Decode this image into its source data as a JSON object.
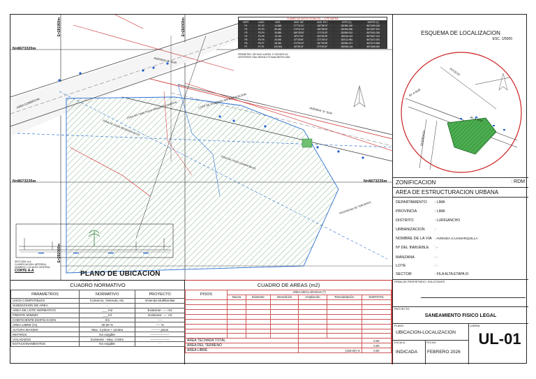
{
  "plan": {
    "grid_labels": {
      "n_top": "N=8673320m",
      "n_mid_left": "N=8673225m",
      "n_mid_right": "N=8673225m",
      "e_left": "E=281950m",
      "e_mid": "E=282000m",
      "e_right": "E=282050m"
    },
    "street_labels": {
      "avenida_top": "AVENIDA \"A\" SUR",
      "avenida_mid": "AVENIDA \"A\" SUR",
      "area_comercial": "AREA COMERCIAL",
      "lote_vertical": "LOTE DE VIVIENDA SIN EDIFICACION",
      "zona_no_ocupada": "ZONA NO HABILITADA URBANISTICAMENTE",
      "propiedad_terceros": "PROPIEDAD DE TERCEROS",
      "area_uso_1": "ZONA DE USOS COMPATIBLES",
      "area_uso_2": "ZONA DE USOS RESIDENCIALES"
    },
    "title": "PLANO DE UBICACION",
    "scale": "ESCALA: 1/500",
    "notes": [
      "SECCION: A-A",
      "CLASIFICACION: ARTERIAL",
      "NUMERO: LOCALES CENTRAL",
      "CORTE A-A"
    ],
    "coords_table": {
      "caption": "CUADRO DE DATOS TECNICOS — LOTE MATRIZ",
      "headers": [
        "VERT.",
        "LADO",
        "DIST.",
        "ANG. INT.",
        "ANG. EXT.",
        "ESTE (X)",
        "NORTE (Y)"
      ],
      "rows": [
        [
          "P1",
          "P1-P2",
          "14.866",
          "177°01'41\"",
          "182°58'19\"",
          "281980.400",
          "8673199.168"
        ],
        [
          "P2",
          "P2-P3",
          "95.080",
          "179°51'14\"",
          "180°08'46\"",
          "281994.880",
          "8673197.572"
        ],
        [
          "P3",
          "P3-P4",
          "26.885",
          "186°35'30\"",
          "173°24'30\"",
          "282089.521",
          "8673191.038"
        ],
        [
          "P4",
          "P4-P5",
          "15.246",
          "96°07'24\"",
          "263°52'36\"",
          "282116.113",
          "8673187.212"
        ],
        [
          "P5",
          "P5-P6",
          "26.590",
          "87°33'46\"",
          "272°26'14\"",
          "282112.981",
          "8673172.291"
        ],
        [
          "P6",
          "P6-P7",
          "38.350",
          "172°50'12\"",
          "187°09'48\"",
          "282084.217",
          "8673174.968"
        ],
        [
          "P7",
          "P7-P1",
          "125.924",
          "80°59'13\"",
          "279°00'47\"",
          "282046.144",
          "8673168.520"
        ]
      ],
      "footer": [
        "PERIMETRO: 342.9410 m   AREA: 17,530.9575 m2",
        "CENTROIDE: Este=282044.272   Norte=8673211.862"
      ]
    }
  },
  "right_panel": {
    "location_title": "ESQUEMA DE LOCALIZACION",
    "location_scale": "ESC. 1/5000",
    "zonificacion_label": "ZONIFICACION",
    "zonificacion_value": ": RDM",
    "area_estructuracion": "AREA DE ESTRUCTURACION URBANA",
    "area_estructuracion_value": ":",
    "fields": [
      {
        "key": "DEPARTAMENTO",
        "value": ": LIMA"
      },
      {
        "key": "PROVINCIA",
        "value": ": LIMA"
      },
      {
        "key": "DISTRITO",
        "value": ": LURIGANCHO"
      },
      {
        "key": "URBANIZACION",
        "value": ":"
      },
      {
        "key": "NOMBRE DE LA VIA",
        "value": ": AVENIDA CAJAMARQUILLA"
      },
      {
        "key": "Nº DEL INMUEBLE",
        "value": ": -"
      },
      {
        "key": "MANZANA",
        "value": ": -"
      },
      {
        "key": "LOTE",
        "value": ": -"
      },
      {
        "key": "SECTOR",
        "value": ": FILA ALTA ETAPA III"
      }
    ],
    "firma_label": "FIRMA DE PROPIETARIO / SOLICITANTE",
    "proyecto_label": "PROYECTO:",
    "proyecto_value": "SANEAMIENTO FISICO LEGAL",
    "plano_label": "PLANO:",
    "plano_value": "UBICACION-LOCALIZACION",
    "lamina_label": "LAMINA:",
    "escala_label": "ESCALA:",
    "escala_value": "INDICADA",
    "fecha_label": "FECHA:",
    "fecha_value": "FEBRERO 2026",
    "code": "UL-01",
    "map_labels": {
      "av_a_sur_1": "AV. A SUR",
      "av_a_sur_2": "AV. A SUR",
      "acceso": "ACCESO",
      "quebrada": "QUEBRADA"
    }
  },
  "normativo": {
    "title": "CUADRO NORMATIVO",
    "headers": [
      "PARAMETROS",
      "NORMATIVO",
      "PROYECTO"
    ],
    "rows": [
      [
        "USOS COMPATIBLES",
        "Comercio, Vivienda, etc.",
        "Vivienda Multifamiliar"
      ],
      [
        "SUBDIVISION DE AREA",
        "-",
        "-"
      ],
      [
        "AREA DE LOTE NORMATIVO",
        "___ m2",
        "Existente: ---- m2"
      ],
      [
        "FRENTE MINIMO",
        "___ml",
        "Existente: ---- ml"
      ],
      [
        "COEFICIENTE EDIFICACION",
        "3.5",
        "----"
      ],
      [
        "AREA LIBRE (%)",
        "30.00 %",
        "---- %"
      ],
      [
        "ALTURA MAXIMA",
        "Max. 4 pisos + azotea",
        "-------- pisos"
      ],
      [
        "RETIROS",
        "No exigible",
        "------------------"
      ],
      [
        "VOLADIZOS",
        "Existente - Max. 0.50m",
        "------------------"
      ],
      [
        "ESTACIONAMIENTOS",
        "No exigible",
        "-"
      ]
    ]
  },
  "areas": {
    "title": "CUADRO DE AREAS (m2)",
    "pisos_label": "PISOS",
    "declared_label": "AREA DECLARADAS (*)",
    "columns": [
      "Nueva",
      "Existente",
      "Demolición",
      "Ampliación",
      "Remodelación",
      "SUBTOTAL"
    ],
    "totals": [
      {
        "label": "AREA TECHADA TOTAL",
        "pct": "",
        "value": "0.00"
      },
      {
        "label": "AREA DEL TERRENO",
        "pct": "",
        "value": "0.00"
      },
      {
        "label": "AREA LIBRE",
        "pct": "(100.00) %",
        "value": "0.00"
      }
    ]
  }
}
